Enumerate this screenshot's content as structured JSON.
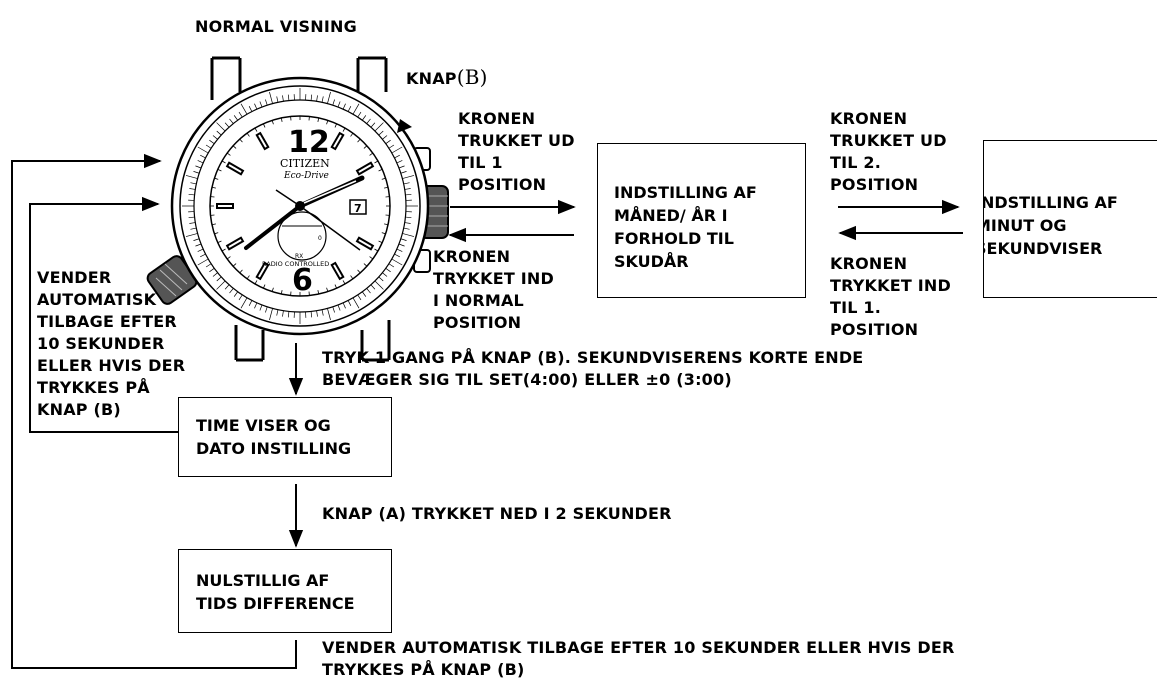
{
  "header": {
    "normal_view": "NORMAL VISNING",
    "knap_b_word": "KNAP",
    "knap_b_letter": "(B)"
  },
  "watch": {
    "brand": "CITIZEN",
    "sub_brand": "Eco-Drive",
    "dial_text": "RADIO CONTROLLED",
    "hour_12": "12",
    "hour_6": "6",
    "date_window": "7",
    "sub_dial_marks": [
      "RX",
      "0"
    ]
  },
  "arrows": {
    "crown_out_1": "KRONEN\nTRUKKET UD\nTIL 1\nPOSITION",
    "crown_in_normal": "KRONEN\nTRYKKET IND\nI NORMAL\nPOSITION",
    "crown_out_2": "KRONEN\nTRUKKET UD\nTIL 2.\nPOSITION",
    "crown_in_1": "KRONEN\nTRYKKET IND\nTIL 1.\nPOSITION",
    "auto_return_left": "VENDER\nAUTOMATISK\nTILBAGE EFTER\n10 SEKUNDER\nELLER HVIS DER\nTRYKKES PÅ\nKNAP (B)",
    "press_b": "TRYK 1 GANG PÅ KNAP (B). SEKUNDVISERENS KORTE ENDE\nBEVÆGER SIG TIL SET(4:00) ELLER ±0 (3:00)",
    "press_a": "KNAP (A) TRYKKET NED I 2 SEKUNDER",
    "auto_return_bottom": "VENDER AUTOMATISK TILBAGE EFTER 10 SEKUNDER ELLER HVIS DER\nTRYKKES PÅ KNAP (B)"
  },
  "boxes": {
    "month_year": "INDSTILLING AF\nMÅNED/ ÅR I\nFORHOLD TIL\nSKUDÅR",
    "minute_second": "INDSTILLING AF\nMINUT OG\nSEKUNDVISER",
    "hour_date": "TIME VISER OG\nDATO INSTILLING",
    "reset": "NULSTILLIG AF\nTIDS DIFFERENCE"
  }
}
